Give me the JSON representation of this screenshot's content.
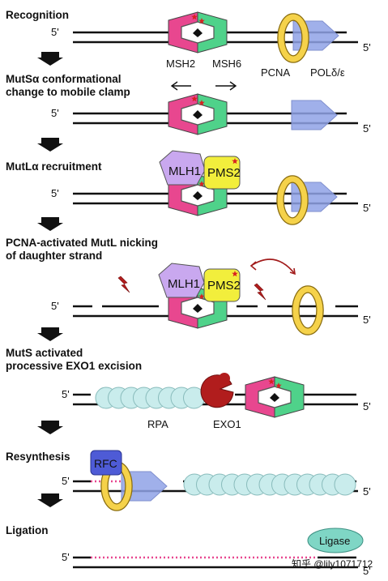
{
  "steps": [
    {
      "title_lines": [
        "Recognition"
      ]
    },
    {
      "title_lines": [
        "MutSα conformational",
        "change to mobile clamp"
      ]
    },
    {
      "title_lines": [
        "MutLα recruitment"
      ]
    },
    {
      "title_lines": [
        "PCNA-activated MutL nicking",
        "of daughter strand"
      ]
    },
    {
      "title_lines": [
        "MutS activated",
        "processive EXO1 excision"
      ]
    },
    {
      "title_lines": [
        "Resynthesis"
      ]
    },
    {
      "title_lines": [
        "Ligation"
      ]
    }
  ],
  "labels": {
    "five_prime": "5'",
    "msh2": "MSH2",
    "msh6": "MSH6",
    "pcna": "PCNA",
    "pol": "POLδ/ε",
    "mlh1": "MLH1",
    "pms2": "PMS2",
    "rpa": "RPA",
    "exo1": "EXO1",
    "rfc": "RFC",
    "ligase": "Ligase",
    "watermark": "知乎 @lily1071712"
  },
  "colors": {
    "msh2": "#e8478f",
    "msh6": "#4fd28a",
    "pcna": "#f5d24a",
    "pol": "#8fa2e6",
    "mlh1": "#c9a8ef",
    "pms2": "#f2ee3c",
    "rpa": "#c9ecec",
    "exo1": "#b11d1d",
    "rfc": "#4e5bd6",
    "ligase": "#7fd6c5",
    "mismatch": "#d82020",
    "dotted_strand": "#e8478f"
  }
}
